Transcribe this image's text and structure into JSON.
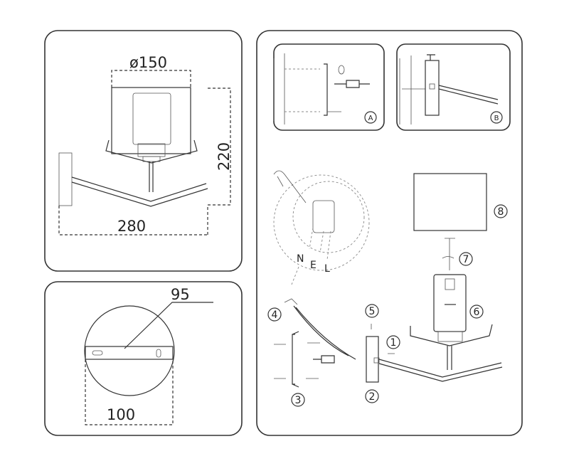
{
  "dimensions": {
    "diameter": "ø150",
    "height": "220",
    "width": "280",
    "plate_hole_spacing": "95",
    "plate_diameter": "100"
  },
  "detail_labels": {
    "a": "A",
    "b": "B"
  },
  "wiring_labels": {
    "n": "N",
    "e": "E",
    "l": "L"
  },
  "steps": [
    "1",
    "2",
    "3",
    "4",
    "5",
    "6",
    "7",
    "8"
  ]
}
